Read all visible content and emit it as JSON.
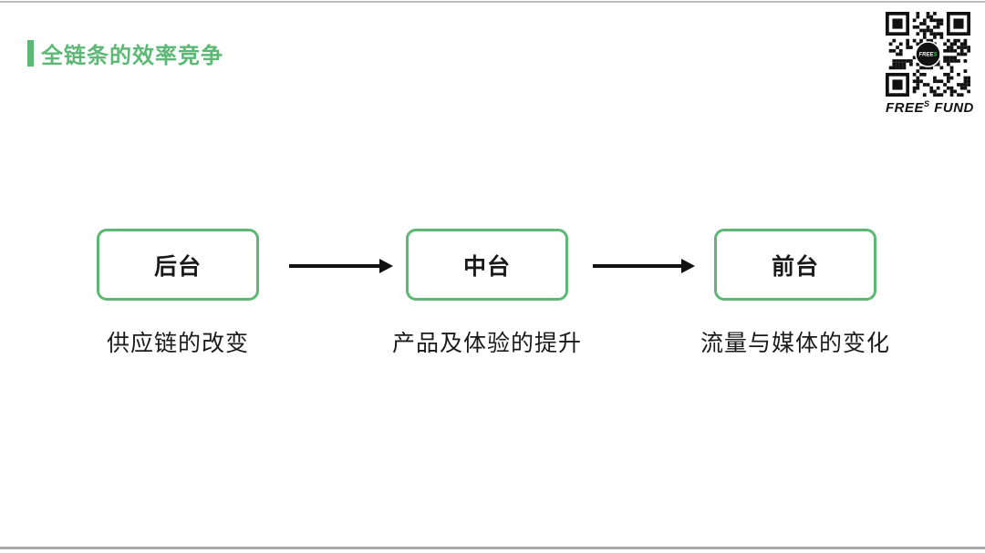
{
  "colors": {
    "accent": "#5CB874",
    "text": "#1A1A1A",
    "arrow": "#111111",
    "qr_dark": "#111111",
    "qr_logo_s": "#3DBE57"
  },
  "header": {
    "title": "全链条的效率竞争"
  },
  "brand": {
    "qr_icon": "qr-code",
    "qr_center_word": "FREE",
    "qr_center_sup": "S",
    "logo_word1": "FREE",
    "logo_sup": "S",
    "logo_word2": "FUND"
  },
  "flow": {
    "nodes": [
      {
        "label": "后台",
        "caption": "供应链的改变"
      },
      {
        "label": "中台",
        "caption": "产品及体验的提升"
      },
      {
        "label": "前台",
        "caption": "流量与媒体的变化"
      }
    ],
    "arrows": [
      {
        "from": "后台",
        "to": "中台"
      },
      {
        "from": "中台",
        "to": "前台"
      }
    ]
  }
}
